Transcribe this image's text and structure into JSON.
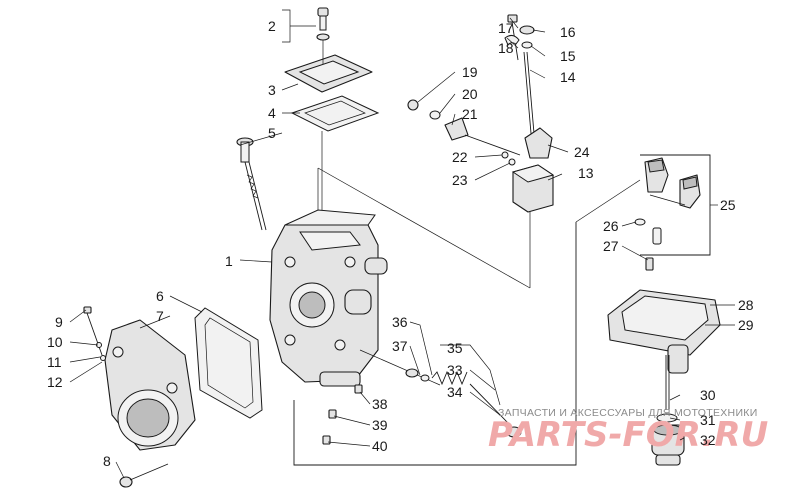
{
  "callouts": [
    "1",
    "2",
    "3",
    "4",
    "5",
    "6",
    "7",
    "8",
    "9",
    "10",
    "11",
    "12",
    "13",
    "14",
    "15",
    "16",
    "17",
    "18",
    "19",
    "20",
    "21",
    "22",
    "23",
    "24",
    "25",
    "26",
    "27",
    "28",
    "29",
    "30",
    "31",
    "32",
    "33",
    "34",
    "35",
    "36",
    "37",
    "38",
    "39",
    "40"
  ],
  "watermark": {
    "caption": "ЗАПЧАСТИ И АКСЕССУАРЫ ДЛЯ МОТОТЕХНИКИ",
    "brand": "PARTS-FOR.RU"
  }
}
